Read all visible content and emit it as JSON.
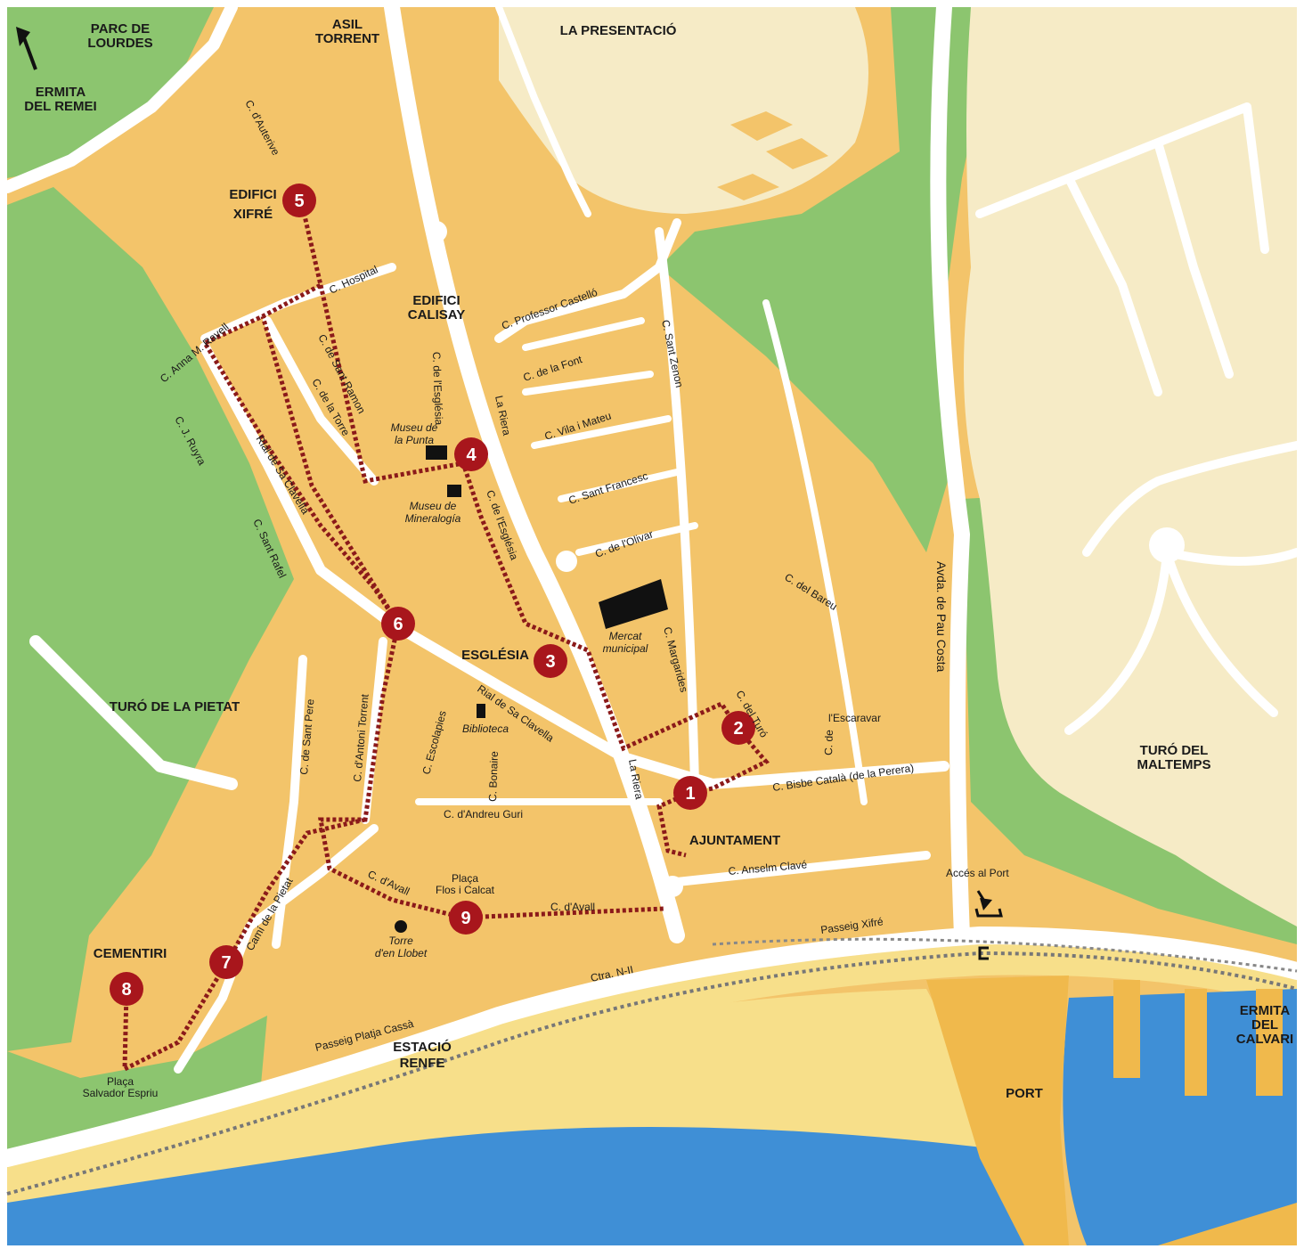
{
  "colors": {
    "block": "#f3c46a",
    "park": "#8cc56f",
    "hill": "#f6ebc6",
    "sea": "#3f8fd6",
    "beach": "#f7df8a",
    "port": "#f0b94c",
    "route": "#8b1a1a",
    "marker": "#a8161c",
    "road": "#ffffff"
  },
  "areas": {
    "parc_de_lourdes": [
      "PARC DE",
      "LOURDES"
    ],
    "asil_torrent": [
      "ASIL",
      "TORRENT"
    ],
    "la_presentacio": "LA PRESENTACIÓ",
    "ermita_del_remei": [
      "ERMITA",
      "DEL REMEI"
    ],
    "edifici_xifre": [
      "EDIFICI",
      "XIFRÉ"
    ],
    "edifici_calisay": [
      "EDIFICI",
      "CALISAY"
    ],
    "turo_de_la_pietat": "TURÓ DE LA PIETAT",
    "esglesia": "ESGLÉSIA",
    "ajuntament": "AJUNTAMENT",
    "cementiri": "CEMENTIRI",
    "estacio_renfe": [
      "ESTACIÓ",
      "RENFE"
    ],
    "port": "PORT",
    "turo_del_maltemps": [
      "TURÓ DEL",
      "MALTEMPS"
    ],
    "ermita_del_calvari": [
      "ERMITA",
      "DEL",
      "CALVARI"
    ]
  },
  "streets": {
    "c_dauterive": "C. d'Auterive",
    "c_hospital": "C. Hospital",
    "c_anna_m_ravell": "C. Anna M. Ravell",
    "c_j_ruyra": "C. J. Ruyra",
    "c_de_sant_ramon": "C. de Sant Ramon",
    "c_de_la_torre": "C. de la Torre",
    "rial_de_sa_clavella": "Rial de Sa Clavella",
    "c_sant_rafel": "C. Sant Rafel",
    "c_de_lesglesia_1": "C. de l'Església",
    "c_de_lesglesia_2": "C. de l'Església",
    "la_riera_1": "La Riera",
    "la_riera_2": "La Riera",
    "c_professor_castello": "C. Professor Castelló",
    "c_de_la_font": "C. de la Font",
    "c_vila_i_mateu": "C. Vila i Mateu",
    "c_sant_francesc": "C. Sant Francesc",
    "c_de_lolivar": "C. de l'Olivar",
    "c_sant_zenon": "C. Sant Zenon",
    "c_del_bareu": "C. del Bareu",
    "avda_de_pau_costa": "Avda. de Pau Costa",
    "c_margarides": "C. Margarides",
    "c_del_turo": "C. del Turó",
    "c_de": "C. de",
    "lescaravar": "l'Escaravar",
    "c_bisbe_catala": "C. Bisbe Català (de la Perera)",
    "rial_de_sa_clavella_2": "Rial de Sa Clavella",
    "c_de_sant_pere": "C. de Sant Pere",
    "c_dantoni_torrent": "C. d'Antoni Torrent",
    "c_escolapies": "C. Escolapies",
    "c_bonaire": "C. Bonaire",
    "c_dandreu_guri": "C. d'Andreu Guri",
    "c_anselm_clave": "C. Anselm Clavé",
    "c_davall_1": "C. d'Avall",
    "c_davall_2": "C. d'Avall",
    "cami_de_la_pietat": "Camí de la Pietat",
    "passeig_xifre": "Passeig Xifré",
    "ctra_n_ii": "Ctra. N-II",
    "passeig_platja_cassa": "Passeig Platja Cassà",
    "acces_al_port": "Accés al Port"
  },
  "pois": {
    "museu_de_la_punta": [
      "Museu de",
      "la Punta"
    ],
    "museu_de_mineralogia": [
      "Museu de",
      "Mineralogía"
    ],
    "mercat_municipal": [
      "Mercat",
      "municipal"
    ],
    "biblioteca": "Biblioteca",
    "placa_flos_i_calcat": [
      "Plaça",
      "Flos i Calcat"
    ],
    "torre_den_llobet": [
      "Torre",
      "d'en Llobet"
    ],
    "placa_salvador_espriu": [
      "Plaça",
      "Salvador Espriu"
    ]
  },
  "route_stops": [
    {
      "number": "1",
      "name": "Ajuntament"
    },
    {
      "number": "2",
      "name": "C. del Turó"
    },
    {
      "number": "3",
      "name": "Església"
    },
    {
      "number": "4",
      "name": "Museu de la Punta"
    },
    {
      "number": "5",
      "name": "Edifici Xifré"
    },
    {
      "number": "6",
      "name": "Rial de Sa Clavella"
    },
    {
      "number": "7",
      "name": "Camí de la Pietat"
    },
    {
      "number": "8",
      "name": "Cementiri"
    },
    {
      "number": "9",
      "name": "Plaça Flos i Calcat"
    }
  ],
  "north_arrow_icon": "north-arrow-icon"
}
